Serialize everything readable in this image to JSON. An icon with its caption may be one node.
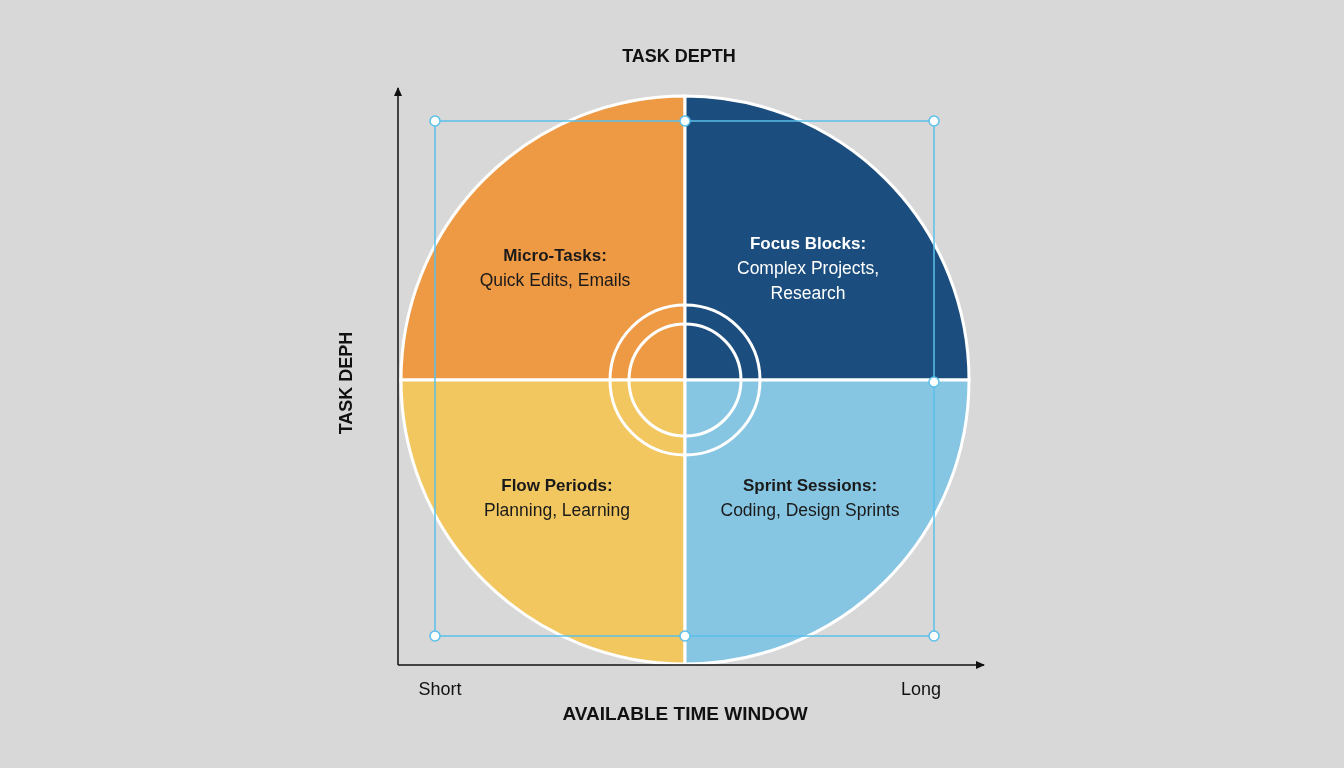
{
  "diagram": {
    "nodes": [
      {
        "text": [
          "Micro-Tasks:",
          "Quick Edits, Emails"
        ]
      },
      {
        "text": [
          "Focus Blocks:",
          "Complex Projects, Research"
        ]
      },
      {
        "text": [
          "Flow Periods:",
          "Planning, Learning"
        ]
      },
      {
        "text": [
          "Sprint Sessions:",
          "Coding, Design Sprints"
        ]
      }
    ],
    "labels": [
      "TASK DEPTH",
      "TASK DEPH",
      "Short",
      "Long",
      "AVAILABLE TIME WINDOW"
    ]
  }
}
